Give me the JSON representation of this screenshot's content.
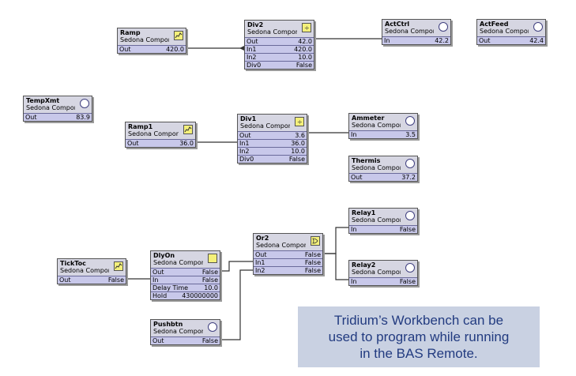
{
  "components": {
    "ramp": {
      "name": "Ramp",
      "type": "Sedona Component",
      "slots": [
        {
          "label": "Out",
          "value": "420.0"
        }
      ]
    },
    "div2": {
      "name": "Div2",
      "type": "Sedona Component",
      "slots": [
        {
          "label": "Out",
          "value": "42.0"
        },
        {
          "label": "In1",
          "value": "420.0"
        },
        {
          "label": "In2",
          "value": "10.0"
        },
        {
          "label": "Div0",
          "value": "False"
        }
      ]
    },
    "actctrl": {
      "name": "ActCtrl",
      "type": "Sedona Component",
      "slots": [
        {
          "label": "In",
          "value": "42.2"
        }
      ]
    },
    "actfeed": {
      "name": "ActFeed",
      "type": "Sedona Component",
      "slots": [
        {
          "label": "Out",
          "value": "42.4"
        }
      ]
    },
    "tempxmt": {
      "name": "TempXmt",
      "type": "Sedona Component",
      "slots": [
        {
          "label": "Out",
          "value": "83.9"
        }
      ]
    },
    "ramp1": {
      "name": "Ramp1",
      "type": "Sedona Component",
      "slots": [
        {
          "label": "Out",
          "value": "36.0"
        }
      ]
    },
    "div1": {
      "name": "Div1",
      "type": "Sedona Component",
      "slots": [
        {
          "label": "Out",
          "value": "3.6"
        },
        {
          "label": "In1",
          "value": "36.0"
        },
        {
          "label": "In2",
          "value": "10.0"
        },
        {
          "label": "Div0",
          "value": "False"
        }
      ]
    },
    "ammeter": {
      "name": "Ammeter",
      "type": "Sedona Component",
      "slots": [
        {
          "label": "In",
          "value": "3.5"
        }
      ]
    },
    "thermis": {
      "name": "Thermis",
      "type": "Sedona Component",
      "slots": [
        {
          "label": "Out",
          "value": "37.2"
        }
      ]
    },
    "relay1": {
      "name": "Relay1",
      "type": "Sedona Component",
      "slots": [
        {
          "label": "In",
          "value": "False"
        }
      ]
    },
    "or2": {
      "name": "Or2",
      "type": "Sedona Component",
      "slots": [
        {
          "label": "Out",
          "value": "False"
        },
        {
          "label": "In1",
          "value": "False"
        },
        {
          "label": "In2",
          "value": "False"
        }
      ]
    },
    "relay2": {
      "name": "Relay2",
      "type": "Sedona Component",
      "slots": [
        {
          "label": "In",
          "value": "False"
        }
      ]
    },
    "ticktoc": {
      "name": "TickToc",
      "type": "Sedona Component",
      "slots": [
        {
          "label": "Out",
          "value": "False"
        }
      ]
    },
    "dlyon": {
      "name": "DlyOn",
      "type": "Sedona Component",
      "slots": [
        {
          "label": "Out",
          "value": "False"
        },
        {
          "label": "In",
          "value": "False"
        },
        {
          "label": "Delay Time",
          "value": "10.0"
        },
        {
          "label": "Hold",
          "value": "430000000"
        }
      ]
    },
    "pushbtn": {
      "name": "Pushbtn",
      "type": "Sedona Component",
      "slots": [
        {
          "label": "Out",
          "value": "False"
        }
      ]
    }
  },
  "callout": {
    "line1": "Tridium’s Workbench can be",
    "line2": "used to program while running",
    "line3": "in the BAS Remote."
  },
  "icons": {
    "circle": "status-circle-icon",
    "chart": "ramp-chart-icon",
    "math": "math-function-icon",
    "logic": "logic-gate-icon",
    "timer": "timer-icon"
  }
}
